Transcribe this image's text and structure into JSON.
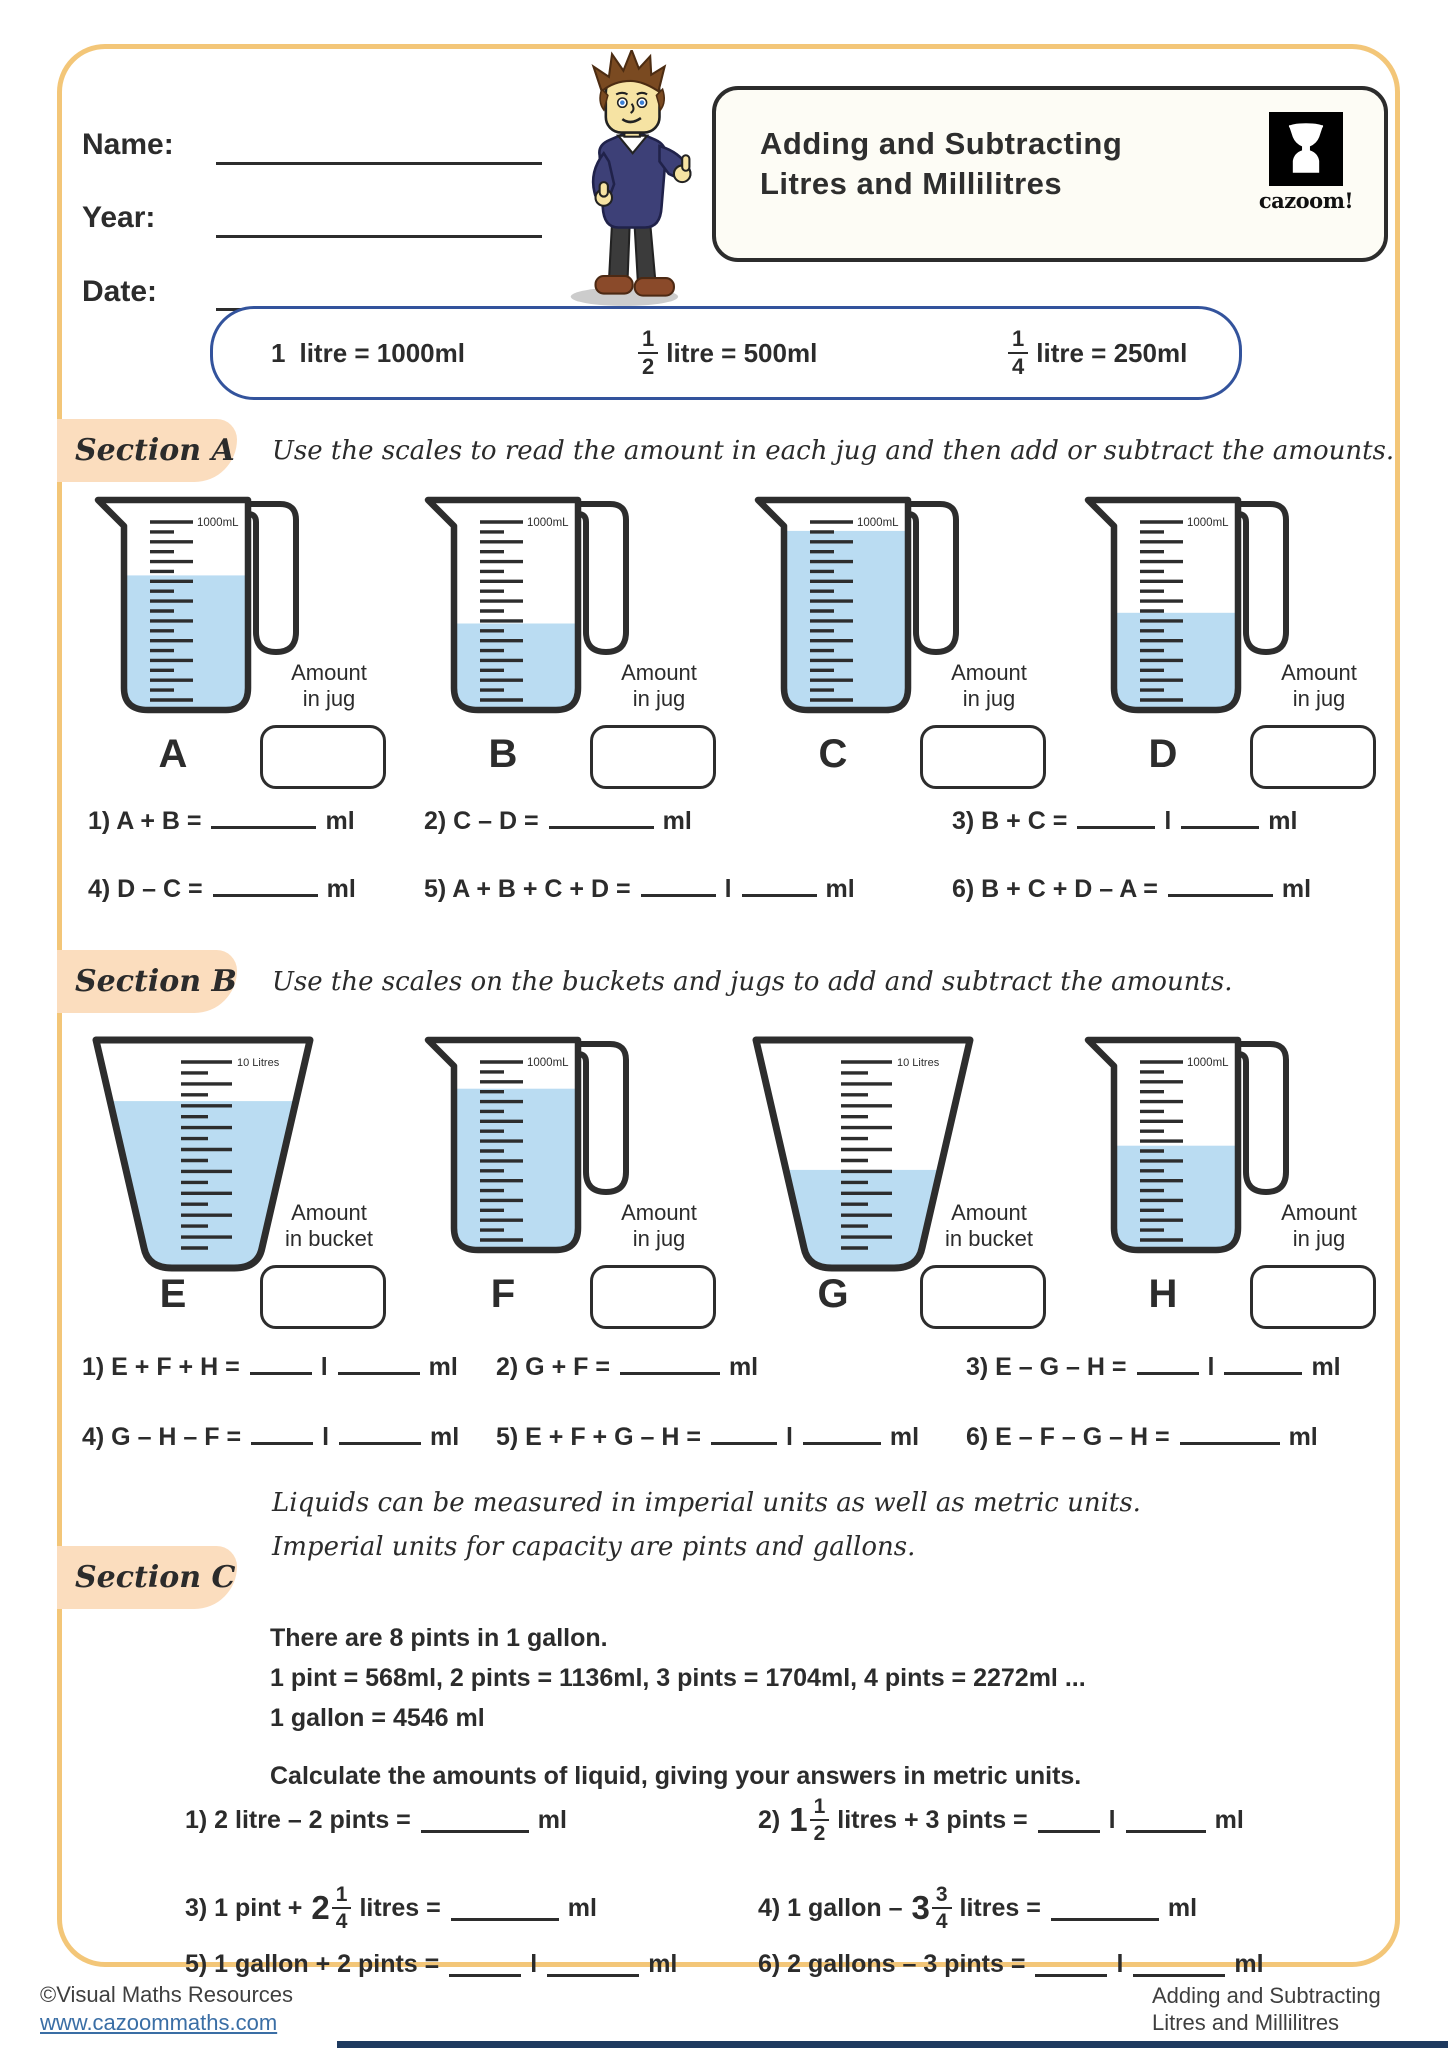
{
  "header": {
    "name_label": "Name:",
    "year_label": "Year:",
    "date_label": "Date:",
    "title_line1": "Adding and Subtracting",
    "title_line2": "Litres and Millilitres",
    "logo_text": "cazoom!"
  },
  "conversion_box": {
    "items": [
      {
        "whole": "1",
        "text": "litre = 1000ml"
      },
      {
        "num": "1",
        "den": "2",
        "text": "litre = 500ml"
      },
      {
        "num": "1",
        "den": "4",
        "text": "litre = 250ml"
      }
    ]
  },
  "section_a": {
    "label": "Section A",
    "instruction": "Use the scales to read the amount in each jug and then add or subtract the amounts.",
    "vessels": [
      {
        "letter": "A",
        "type": "jug",
        "capacity": "1000mL",
        "amount_label_line1": "Amount",
        "amount_label_line2": "in jug",
        "fill": 0.7
      },
      {
        "letter": "B",
        "type": "jug",
        "capacity": "1000mL",
        "amount_label_line1": "Amount",
        "amount_label_line2": "in jug",
        "fill": 0.43
      },
      {
        "letter": "C",
        "type": "jug",
        "capacity": "1000mL",
        "amount_label_line1": "Amount",
        "amount_label_line2": "in jug",
        "fill": 0.95
      },
      {
        "letter": "D",
        "type": "jug",
        "capacity": "1000mL",
        "amount_label_line1": "Amount",
        "amount_label_line2": "in jug",
        "fill": 0.49
      }
    ],
    "questions": [
      [
        {
          "text": "1) A + B ="
        },
        {
          "blank": 105
        },
        {
          "text": "ml"
        }
      ],
      [
        {
          "text": "2) C – D ="
        },
        {
          "blank": 105
        },
        {
          "text": "ml"
        }
      ],
      [
        {
          "text": "3) B + C ="
        },
        {
          "blank": 78
        },
        {
          "text": "l"
        },
        {
          "blank": 78
        },
        {
          "text": "ml"
        }
      ],
      [
        {
          "text": "4) D – C ="
        },
        {
          "blank": 105
        },
        {
          "text": "ml"
        }
      ],
      [
        {
          "text": "5) A + B + C + D ="
        },
        {
          "blank": 75
        },
        {
          "text": "l"
        },
        {
          "blank": 75
        },
        {
          "text": "ml"
        }
      ],
      [
        {
          "text": "6) B + C + D – A ="
        },
        {
          "blank": 105
        },
        {
          "text": "ml"
        }
      ]
    ]
  },
  "section_b": {
    "label": "Section B",
    "instruction": "Use the scales on the buckets and jugs to add and subtract the amounts.",
    "vessels": [
      {
        "letter": "E",
        "type": "bucket",
        "capacity": "10 Litres",
        "amount_label_line1": "Amount",
        "amount_label_line2": "in bucket",
        "fill": 0.79
      },
      {
        "letter": "F",
        "type": "jug",
        "capacity": "1000mL",
        "amount_label_line1": "Amount",
        "amount_label_line2": "in jug",
        "fill": 0.85
      },
      {
        "letter": "G",
        "type": "bucket",
        "capacity": "10 Litres",
        "amount_label_line1": "Amount",
        "amount_label_line2": "in bucket",
        "fill": 0.42
      },
      {
        "letter": "H",
        "type": "jug",
        "capacity": "1000mL",
        "amount_label_line1": "Amount",
        "amount_label_line2": "in jug",
        "fill": 0.53
      }
    ],
    "questions": [
      [
        {
          "text": "1) E + F + H ="
        },
        {
          "blank": 62
        },
        {
          "text": "l"
        },
        {
          "blank": 82
        },
        {
          "text": "ml"
        }
      ],
      [
        {
          "text": "2) G + F ="
        },
        {
          "blank": 100
        },
        {
          "text": "ml"
        }
      ],
      [
        {
          "text": "3) E – G – H ="
        },
        {
          "blank": 62
        },
        {
          "text": "l"
        },
        {
          "blank": 78
        },
        {
          "text": "ml"
        }
      ],
      [
        {
          "text": "4) G – H – F ="
        },
        {
          "blank": 62
        },
        {
          "text": "l"
        },
        {
          "blank": 82
        },
        {
          "text": "ml"
        }
      ],
      [
        {
          "text": "5) E + F + G – H ="
        },
        {
          "blank": 66
        },
        {
          "text": "l"
        },
        {
          "blank": 78
        },
        {
          "text": "ml"
        }
      ],
      [
        {
          "text": "6) E – F – G – H ="
        },
        {
          "blank": 100
        },
        {
          "text": "ml"
        }
      ]
    ]
  },
  "section_c": {
    "label": "Section C",
    "instruction_line1": "Liquids can be measured in imperial units as well as metric units.",
    "instruction_line2": "Imperial units for capacity are pints and gallons.",
    "info_line1": "There are 8 pints in 1 gallon.",
    "info_line2": "1 pint = 568ml, 2 pints = 1136ml, 3 pints = 1704ml, 4 pints = 2272ml ...",
    "info_line3": "1 gallon = 4546 ml",
    "calculate_text": "Calculate the amounts of liquid, giving your answers in metric units.",
    "questions": [
      [
        {
          "text": "1) 2 litre – 2 pints ="
        },
        {
          "blank": 108
        },
        {
          "text": "ml"
        }
      ],
      [
        {
          "text": "2)"
        },
        {
          "whole": "1",
          "num": "1",
          "den": "2"
        },
        {
          "text": "litres + 3 pints ="
        },
        {
          "blank": 62
        },
        {
          "text": "l"
        },
        {
          "blank": 80
        },
        {
          "text": "ml"
        }
      ],
      [
        {
          "text": "3) 1 pint +"
        },
        {
          "whole": "2",
          "num": "1",
          "den": "4"
        },
        {
          "text": "litres ="
        },
        {
          "blank": 108
        },
        {
          "text": "ml"
        }
      ],
      [
        {
          "text": "4) 1 gallon –"
        },
        {
          "whole": "3",
          "num": "3",
          "den": "4"
        },
        {
          "text": "litres ="
        },
        {
          "blank": 108
        },
        {
          "text": "ml"
        }
      ],
      [
        {
          "text": "5) 1 gallon + 2 pints ="
        },
        {
          "blank": 72
        },
        {
          "text": "l"
        },
        {
          "blank": 92
        },
        {
          "text": "ml"
        }
      ],
      [
        {
          "text": "6) 2 gallons – 3 pints ="
        },
        {
          "blank": 72
        },
        {
          "text": "l"
        },
        {
          "blank": 92
        },
        {
          "text": "ml"
        }
      ]
    ]
  },
  "footer": {
    "copyright": "©Visual Maths Resources",
    "link": "www.cazoommaths.com",
    "right_line1": "Adding and Subtracting",
    "right_line2": "Litres and Millilitres"
  },
  "colors": {
    "page_border": "#f3c678",
    "section_label_bg": "#fbddbe",
    "water": "#badcf2",
    "outline": "#2d2d2d",
    "conversion_border": "#33539c",
    "link": "#3a6ea5",
    "navy_bar": "#1e3a5f"
  }
}
